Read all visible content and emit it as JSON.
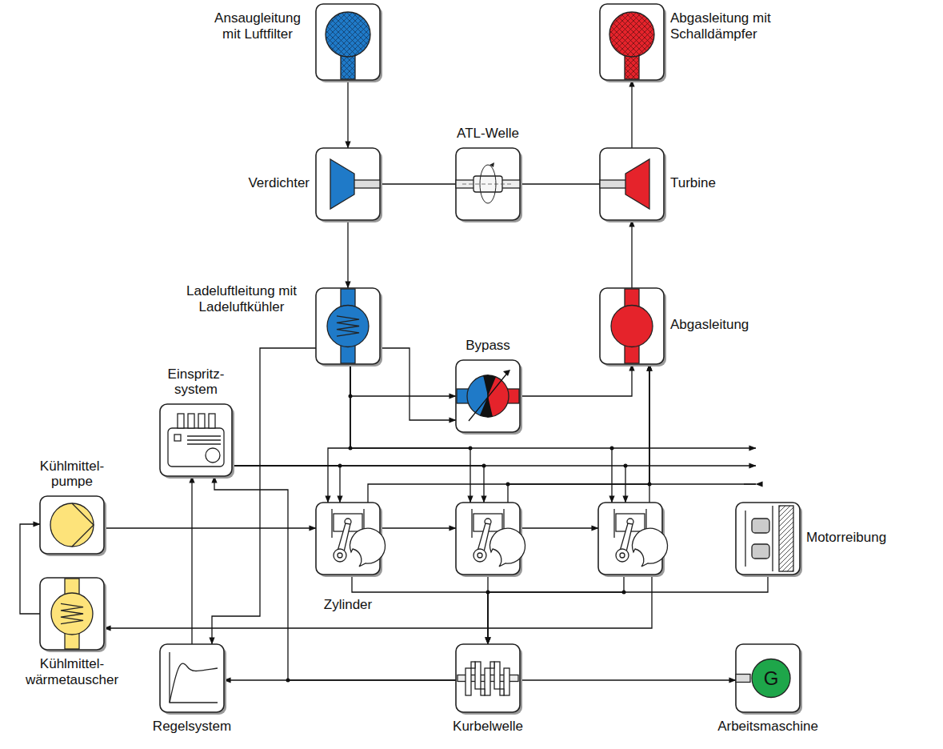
{
  "diagram": {
    "nodes": [
      {
        "text": [
          "Ansaugleitung mit Luftfilter"
        ]
      },
      {
        "text": [
          "Abgasleitung mit Schalldämpfer"
        ]
      },
      {
        "text": [
          "Verdichter"
        ]
      },
      {
        "text": [
          "ATL-Welle"
        ]
      },
      {
        "text": [
          "Turbine"
        ]
      },
      {
        "text": [
          "Ladeluftleitung mit Ladeluftkühler"
        ]
      },
      {
        "text": [
          "Abgasleitung"
        ]
      },
      {
        "text": [
          "Bypass"
        ]
      },
      {
        "text": [
          "Einspritz- system"
        ]
      },
      {
        "text": [
          "Kühlmittel- pumpe"
        ]
      },
      {
        "text": [
          "Zylinder"
        ]
      },
      {
        "text": []
      },
      {
        "text": []
      },
      {
        "text": [
          "Motorreibung"
        ]
      },
      {
        "text": [
          "Kühlmittel- wärmetauscher"
        ]
      },
      {
        "text": [
          "Regelsystem"
        ]
      },
      {
        "text": [
          "Kurbelwelle"
        ]
      },
      {
        "text": [
          "G",
          "Arbeitsmaschine"
        ]
      }
    ],
    "edges": [
      {
        "from": 0,
        "to": 2,
        "arrow": "to"
      },
      {
        "from": 2,
        "to": 3,
        "arrow": "none"
      },
      {
        "from": 3,
        "to": 4,
        "arrow": "none"
      },
      {
        "from": 4,
        "to": 1,
        "arrow": "to"
      },
      {
        "from": 2,
        "to": 5,
        "arrow": "to"
      },
      {
        "from": 6,
        "to": 4,
        "arrow": "to"
      },
      {
        "from": 5,
        "to": 7,
        "arrow": "to"
      },
      {
        "from": 7,
        "to": 6,
        "arrow": "to"
      },
      {
        "from": 5,
        "to": 10,
        "arrow": "to"
      },
      {
        "from": 5,
        "to": 11,
        "arrow": "to"
      },
      {
        "from": 5,
        "to": 12,
        "arrow": "to"
      },
      {
        "from": 10,
        "to": 6,
        "arrow": "to"
      },
      {
        "from": 11,
        "to": 6,
        "arrow": "to"
      },
      {
        "from": 12,
        "to": 6,
        "arrow": "to"
      },
      {
        "from": 8,
        "to": 10,
        "arrow": "to"
      },
      {
        "from": 8,
        "to": 11,
        "arrow": "to"
      },
      {
        "from": 8,
        "to": 12,
        "arrow": "to"
      },
      {
        "from": 9,
        "to": 10,
        "arrow": "to"
      },
      {
        "from": 10,
        "to": 11,
        "arrow": "to"
      },
      {
        "from": 11,
        "to": 12,
        "arrow": "to"
      },
      {
        "from": 10,
        "to": 16,
        "arrow": "to"
      },
      {
        "from": 11,
        "to": 16,
        "arrow": "to"
      },
      {
        "from": 12,
        "to": 16,
        "arrow": "to"
      },
      {
        "from": 13,
        "to": 16,
        "arrow": "to"
      },
      {
        "from": 12,
        "to": 14,
        "arrow": "to"
      },
      {
        "from": 14,
        "to": 9,
        "arrow": "to"
      },
      {
        "from": 16,
        "to": 15,
        "arrow": "to"
      },
      {
        "from": 16,
        "to": 17,
        "arrow": "to"
      },
      {
        "from": 15,
        "to": 8,
        "arrow": "to"
      },
      {
        "from": 16,
        "to": 8,
        "arrow": "to"
      },
      {
        "from": 5,
        "to": 15,
        "arrow": "to"
      },
      {
        "from": 5,
        "to": 7,
        "arrow": "to"
      }
    ]
  }
}
